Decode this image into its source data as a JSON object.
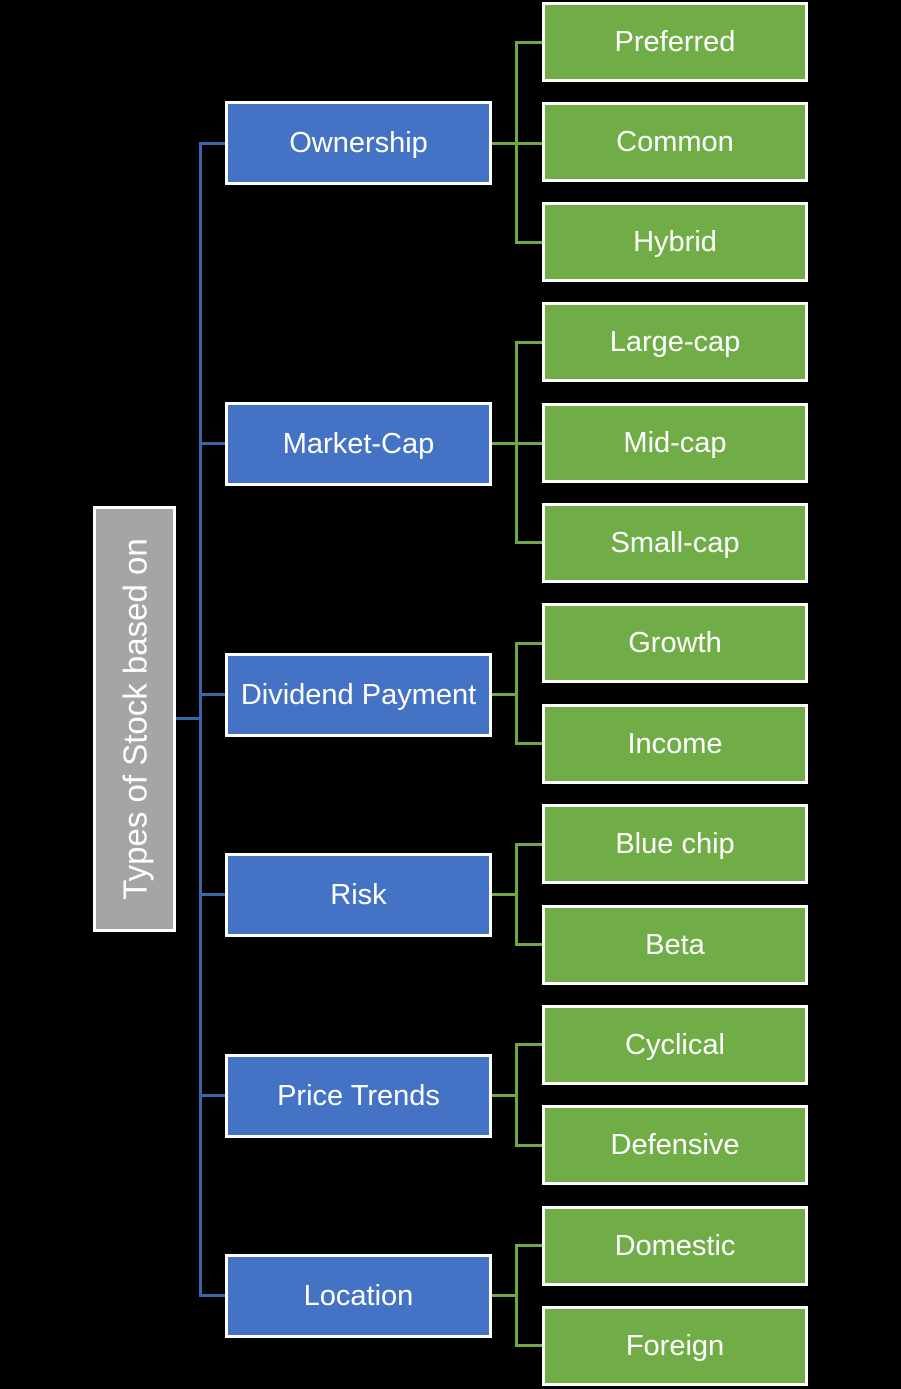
{
  "diagram": {
    "type": "tree",
    "orientation": "left-to-right",
    "title": "Types of Stock based on",
    "colors": {
      "background": "#000000",
      "root_fill": "#A5A5A5",
      "level1_fill": "#4472C4",
      "level2_fill": "#70AD47",
      "box_border": "#FFFFFF",
      "text": "#FFFFFF",
      "connector_blue": "#3C64A8",
      "connector_green": "#6FA845"
    },
    "root": {
      "label": "Types of Stock based on"
    },
    "branches": [
      {
        "label": "Ownership",
        "children": [
          {
            "label": "Preferred"
          },
          {
            "label": "Common"
          },
          {
            "label": "Hybrid"
          }
        ]
      },
      {
        "label": "Market-Cap",
        "children": [
          {
            "label": "Large-cap"
          },
          {
            "label": "Mid-cap"
          },
          {
            "label": "Small-cap"
          }
        ]
      },
      {
        "label": "Dividend Payment",
        "children": [
          {
            "label": "Growth"
          },
          {
            "label": "Income"
          }
        ]
      },
      {
        "label": "Risk",
        "children": [
          {
            "label": "Blue chip"
          },
          {
            "label": "Beta"
          }
        ]
      },
      {
        "label": "Price Trends",
        "children": [
          {
            "label": "Cyclical"
          },
          {
            "label": "Defensive"
          }
        ]
      },
      {
        "label": "Location",
        "children": [
          {
            "label": "Domestic"
          },
          {
            "label": "Foreign"
          }
        ]
      }
    ]
  }
}
